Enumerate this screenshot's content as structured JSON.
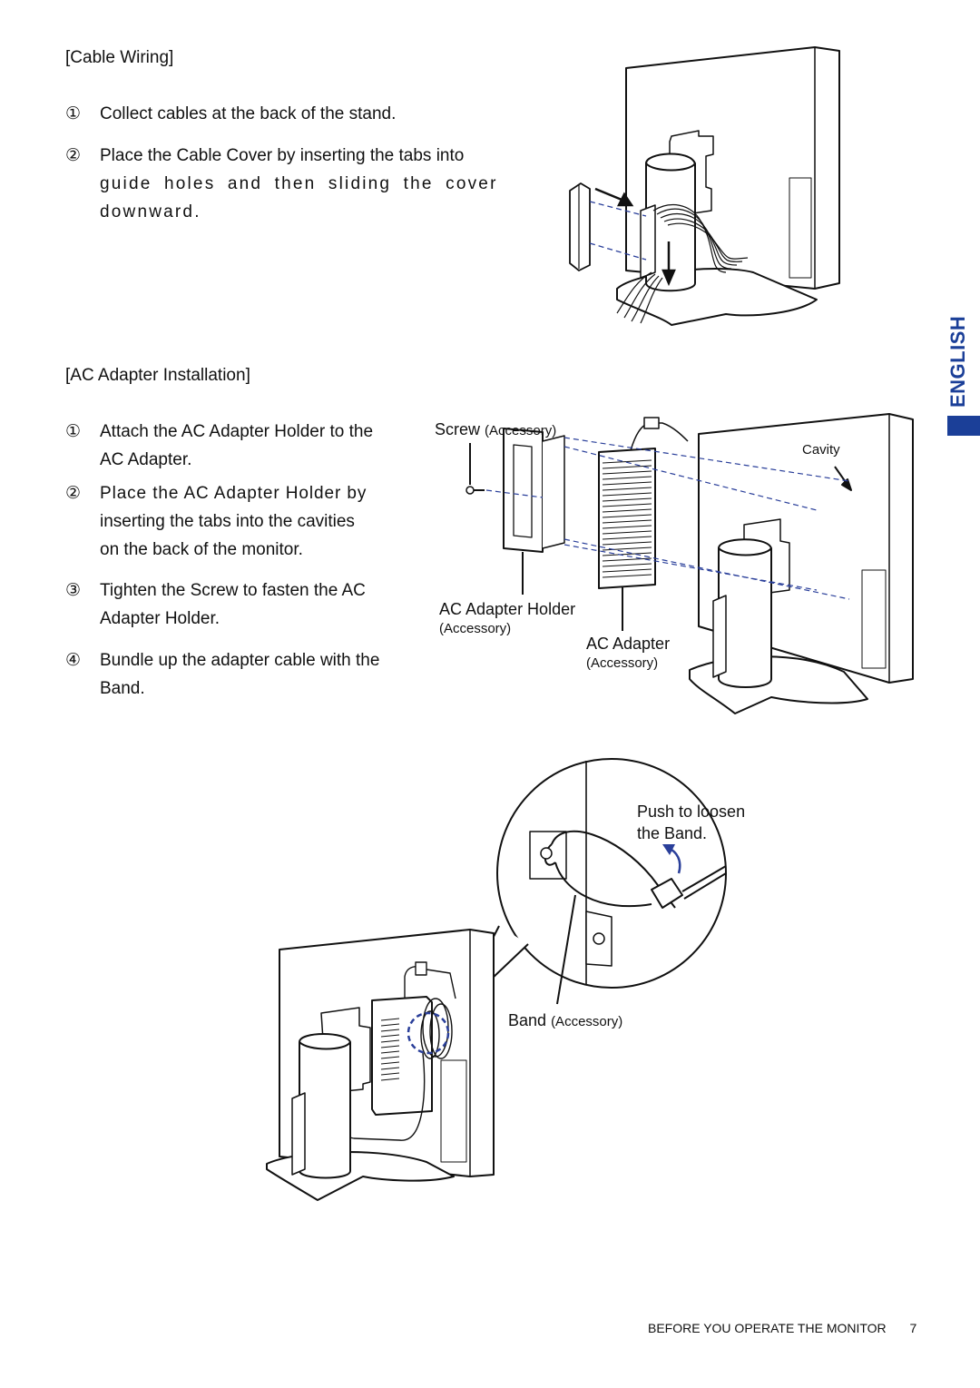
{
  "sections": {
    "cable_wiring": {
      "title": "[Cable Wiring]",
      "steps": [
        {
          "num": "①",
          "text": "Collect cables at the back of the stand."
        },
        {
          "num": "②",
          "lines": [
            "Place the Cable Cover by inserting the tabs into",
            "guide holes and then sliding the cover",
            "downward."
          ]
        }
      ]
    },
    "ac_adapter": {
      "title": "[AC Adapter Installation]",
      "steps": [
        {
          "num": "①",
          "lines": [
            "Attach the AC Adapter Holder to the",
            "AC Adapter."
          ]
        },
        {
          "num": "②",
          "lines": [
            "Place the AC Adapter Holder by",
            "inserting the tabs into the cavities",
            "on the back of the monitor."
          ]
        },
        {
          "num": "③",
          "lines": [
            "Tighten the Screw to fasten the AC",
            "Adapter Holder."
          ]
        },
        {
          "num": "④",
          "lines": [
            "Bundle up the adapter cable with the",
            "Band."
          ]
        }
      ]
    }
  },
  "figure_labels": {
    "screw": "Screw",
    "screw_note": "(Accessory)",
    "cavity": "Cavity",
    "holder": "AC Adapter Holder",
    "holder_note": "(Accessory)",
    "adapter": "AC Adapter",
    "adapter_note": "(Accessory)",
    "push_line1": "Push to loosen",
    "push_line2": "the Band.",
    "band": "Band",
    "band_note": "(Accessory)"
  },
  "side_tab": {
    "label": "ENGLISH",
    "color": "#1b3f98"
  },
  "footer": {
    "section": "BEFORE YOU OPERATE THE MONITOR",
    "page": "7"
  },
  "colors": {
    "accent": "#1b3f98",
    "dash": "#2a3f9a"
  }
}
